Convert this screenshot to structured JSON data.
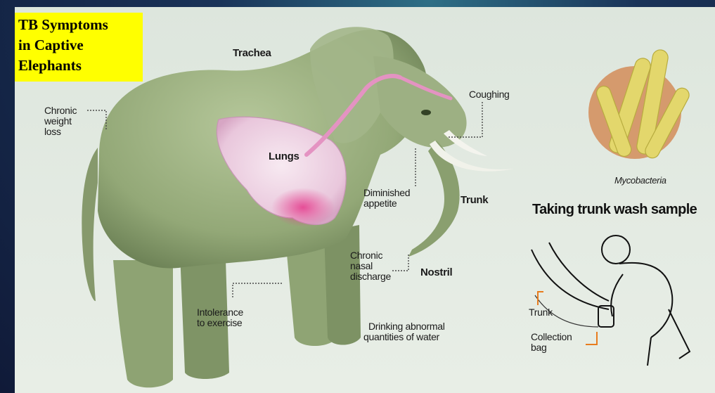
{
  "title": {
    "line1": "TB Symptoms",
    "line2": "in Captive",
    "line3": "Elephants"
  },
  "labels": {
    "trachea": "Trachea",
    "lungs": "Lungs",
    "chronic_weight_loss": [
      "Chronic",
      "weight",
      "loss"
    ],
    "coughing": "Coughing",
    "diminished_appetite": [
      "Diminished",
      "appetite"
    ],
    "trunk": "Trunk",
    "chronic_nasal_discharge": [
      "Chronic",
      "nasal",
      "discharge"
    ],
    "nostril": "Nostril",
    "intolerance_exercise": [
      "Intolerance",
      "to exercise"
    ],
    "drinking": [
      "Drinking abnormal",
      "quantities of water"
    ],
    "mycobacteria": "Mycobacteria",
    "sample_heading": "Taking trunk wash sample",
    "sample_trunk": "Trunk",
    "collection_bag": [
      "Collection",
      "bag"
    ]
  },
  "colors": {
    "title_bg": "#ffff00",
    "elephant": "#9aae7e",
    "lungs": "#f1d6e6",
    "trachea": "#e89ac6",
    "bacteria_bg": "#d59a6d",
    "bacteria": "#e3d76c",
    "callout_orange": "#e87c1e"
  }
}
